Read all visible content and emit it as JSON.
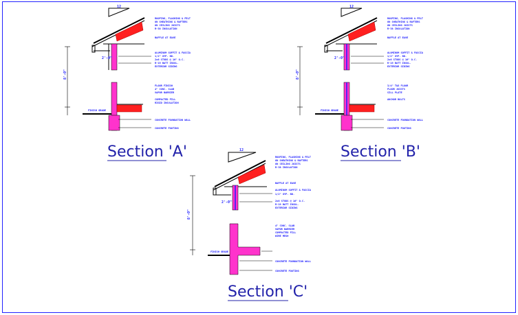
{
  "sections": [
    {
      "id": "A",
      "title": "Section 'A'",
      "roof_notes": [
        "ROOFING, FLASHING & FELT",
        "ON SHEATHING & RAFTERS",
        "ON CEILING JOISTS",
        "R-38 INSULATION",
        "BAFFLE AT EAVE"
      ],
      "mid_notes": [
        "ALUMINUM SOFFIT & FASCIA",
        "1/2\" GYP. BD.",
        "2x6 STUDS @ 16\" O.C.",
        "R-19 BATT INSUL.",
        "EXTERIOR SIDING"
      ],
      "slab_notes": [
        "FLOOR FINISH",
        "4\" CONC. SLAB",
        "VAPOR BARRIER",
        "COMPACTED FILL",
        "RIGID INSULATION"
      ],
      "foot_notes": [
        "CONCRETE FOUNDATION WALL",
        "CONCRETE FOOTING"
      ],
      "grade_label": "FINISH GRADE",
      "overall_dim": "8'-0\""
    },
    {
      "id": "B",
      "title": "Section 'B'",
      "roof_notes": [
        "ROOFING, FLASHING & FELT",
        "ON SHEATHING & RAFTERS",
        "ON CEILING JOISTS",
        "R-38 INSULATION",
        "BAFFLE AT EAVE"
      ],
      "mid_notes": [
        "ALUMINUM SOFFIT & FASCIA",
        "1/2\" GYP. BD.",
        "2x6 STUDS @ 16\" O.C.",
        "R-19 BATT INSUL.",
        "EXTERIOR SIDING"
      ],
      "slab_notes": [
        "3/4\" T&G FLOOR",
        "FLOOR JOISTS",
        "SILL PLATE",
        "ANCHOR BOLTS"
      ],
      "foot_notes": [
        "CONCRETE FOUNDATION WALL",
        "CONCRETE FOOTING"
      ],
      "grade_label": "FINISH GRADE",
      "overall_dim": "8'-0\""
    },
    {
      "id": "C",
      "title": "Section 'C'",
      "roof_notes": [
        "ROOFING, FLASHING & FELT",
        "ON SHEATHING & RAFTERS",
        "ON CEILING JOISTS",
        "R-38 INSULATION",
        "BAFFLE AT EAVE"
      ],
      "mid_notes": [
        "ALUMINUM SOFFIT & FASCIA",
        "1/2\" GYP. BD.",
        "2x6 STUDS @ 16\" O.C.",
        "R-19 BATT INSUL.",
        "EXTERIOR SIDING"
      ],
      "slab_notes": [
        "4\" CONC. SLAB",
        "VAPOR BARRIER",
        "COMPACTED FILL",
        "WIRE MESH"
      ],
      "foot_notes": [
        "CONCRETE FOUNDATION WALL",
        "CONCRETE FOOTING"
      ],
      "grade_label": "FINISH GRADE",
      "overall_dim": "8'-0\""
    }
  ],
  "roof_pitch": "12"
}
